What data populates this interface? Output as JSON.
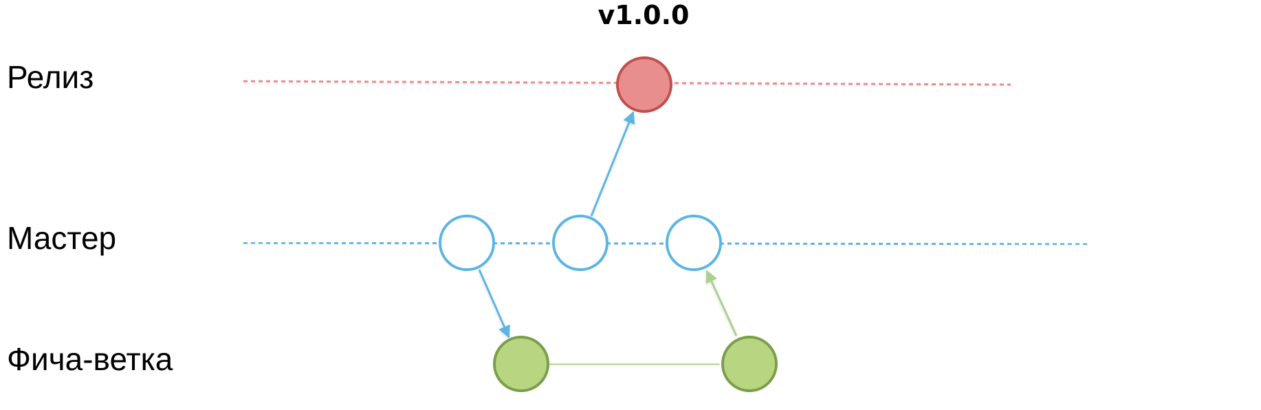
{
  "lanes": [
    {
      "id": "release",
      "label": "Релиз",
      "color": "#e88e8e"
    },
    {
      "id": "master",
      "label": "Мастер",
      "color": "#5bb5e3"
    },
    {
      "id": "feature",
      "label": "Фича-ветка",
      "color": "#a9d18e"
    }
  ],
  "tag": {
    "label": "v1.0.0"
  },
  "colors": {
    "release_fill": "#e88e8e",
    "release_stroke": "#c05050",
    "master_stroke": "#5bb5e3",
    "feature_fill": "#b8d682",
    "feature_stroke": "#7b9e4a",
    "feature_arrow": "#a9d18e"
  }
}
